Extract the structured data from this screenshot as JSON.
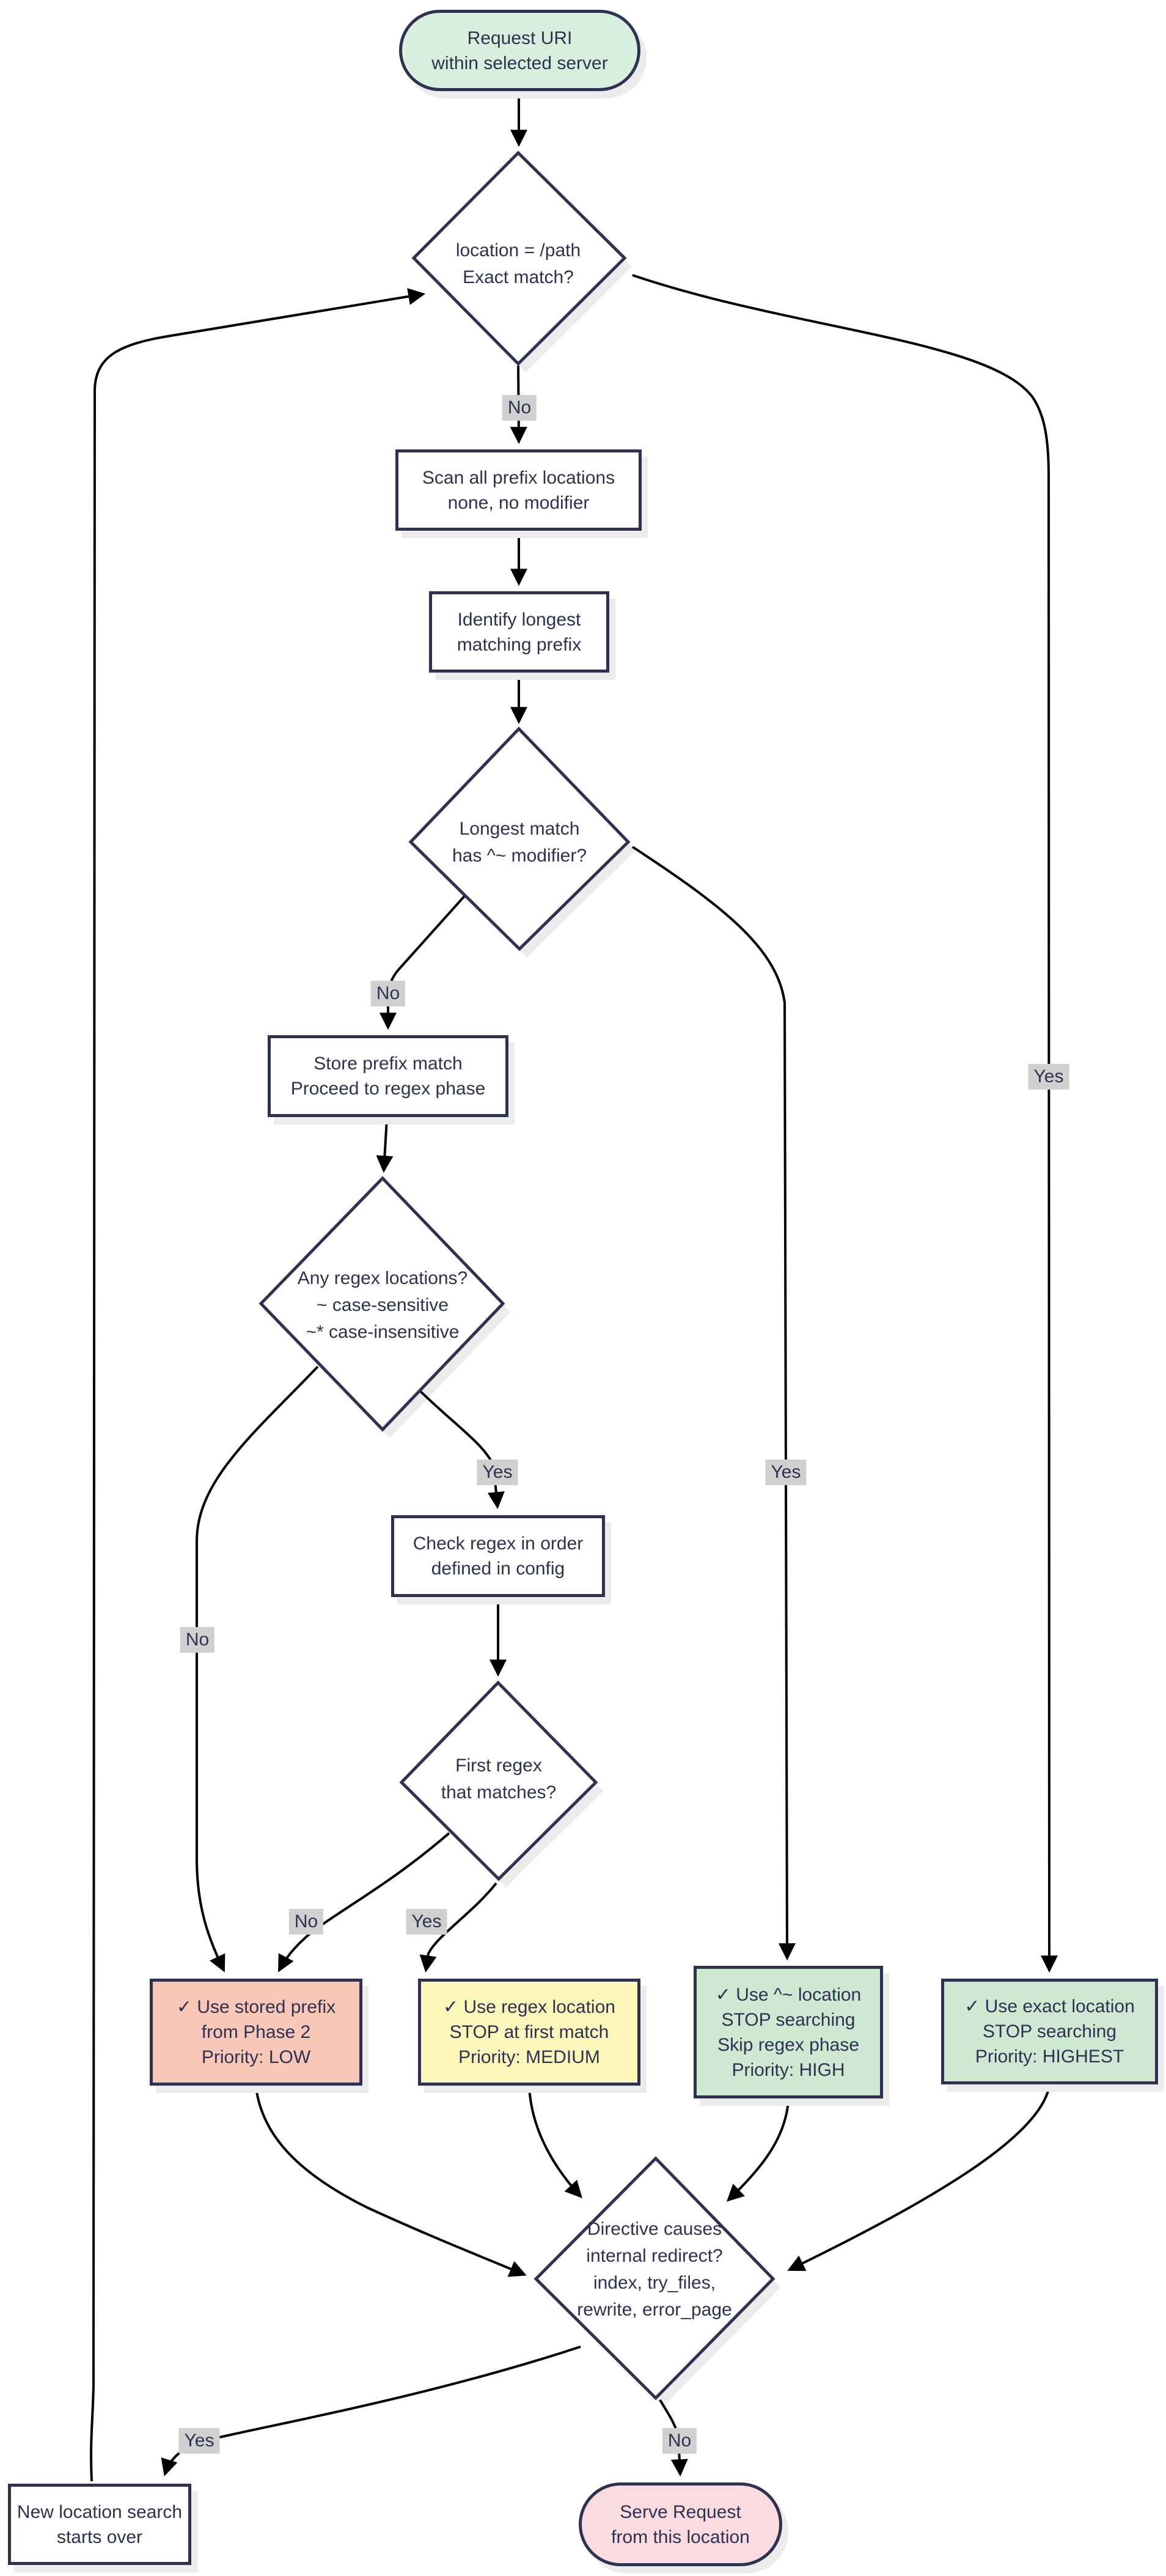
{
  "diagram": {
    "type": "flowchart",
    "topic": "nginx location matching within selected server",
    "colors": {
      "node_border": "#2e3150",
      "text": "#2e3150",
      "edge": "#000000",
      "edge_label_bg": "#d0d0d0",
      "shadow": "#ececec",
      "start_fill": "#d9efdd",
      "process_fill": "#ffffff",
      "decision_fill": "#ffffff",
      "priority_low_fill": "#f9c7b7",
      "priority_medium_fill": "#fcf6ba",
      "priority_high_fill": "#cfe8d2",
      "serve_fill": "#fadbe0"
    },
    "nodes": {
      "start": {
        "shape": "stadium",
        "label": "Request URI\nwithin selected server"
      },
      "exact": {
        "shape": "decision",
        "label": "location = /path\nExact match?"
      },
      "scan": {
        "shape": "process",
        "label": "Scan all prefix locations\nnone, no modifier"
      },
      "identify": {
        "shape": "process",
        "label": "Identify longest\nmatching prefix"
      },
      "longest": {
        "shape": "decision",
        "label": "Longest match\nhas ^~ modifier?"
      },
      "store": {
        "shape": "process",
        "label": "Store prefix match\nProceed to regex phase"
      },
      "anyregex": {
        "shape": "decision",
        "label": "Any regex locations?\n~ case-sensitive\n~* case-insensitive"
      },
      "checkregex": {
        "shape": "process",
        "label": "Check regex in order\ndefined in config"
      },
      "firstregex": {
        "shape": "decision",
        "label": "First regex\nthat matches?"
      },
      "use_low": {
        "shape": "result",
        "label": "✓ Use stored prefix\nfrom Phase 2\nPriority: LOW"
      },
      "use_medium": {
        "shape": "result",
        "label": "✓ Use regex location\nSTOP at first match\nPriority: MEDIUM"
      },
      "use_high": {
        "shape": "result",
        "label": "✓ Use ^~ location\nSTOP searching\nSkip regex phase\nPriority: HIGH"
      },
      "use_highest": {
        "shape": "result",
        "label": "✓ Use exact location\nSTOP searching\nPriority: HIGHEST"
      },
      "redirect": {
        "shape": "decision",
        "label": "Directive causes\ninternal redirect?\nindex, try_files,\nrewrite, error_page"
      },
      "newsearch": {
        "shape": "process",
        "label": "New location search\nstarts over"
      },
      "serve": {
        "shape": "stadium",
        "label": "Serve Request\nfrom this location"
      }
    },
    "edge_labels": {
      "exact_no": "No",
      "exact_yes": "Yes",
      "longest_no": "No",
      "longest_yes": "Yes",
      "anyregex_no": "No",
      "anyregex_yes": "Yes",
      "firstregex_no": "No",
      "firstregex_yes": "Yes",
      "redirect_yes": "Yes",
      "redirect_no": "No"
    }
  }
}
